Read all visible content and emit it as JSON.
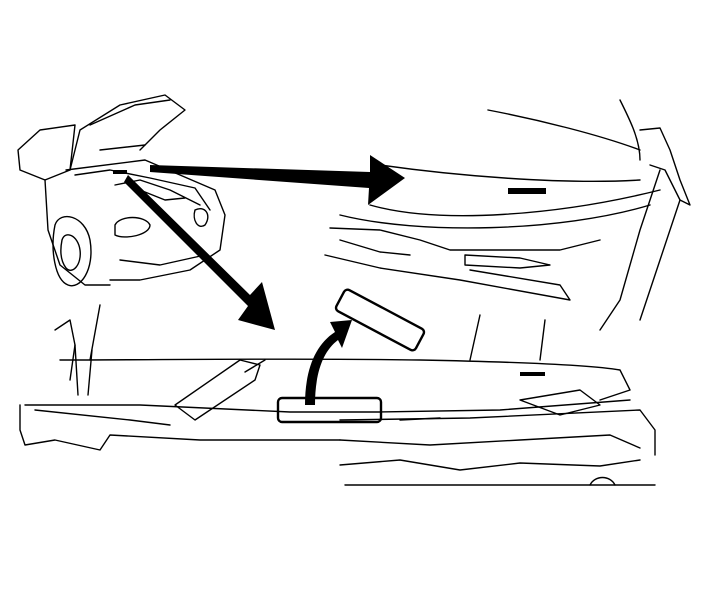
{
  "illustration": {
    "subject": "vehicle-hood-cowl-label-location",
    "colors": {
      "line": "#000000",
      "background": "#ffffff"
    },
    "parts": [
      "vehicle-overview",
      "hood-detail",
      "cowl-detail",
      "label",
      "pointer-arrows"
    ]
  }
}
